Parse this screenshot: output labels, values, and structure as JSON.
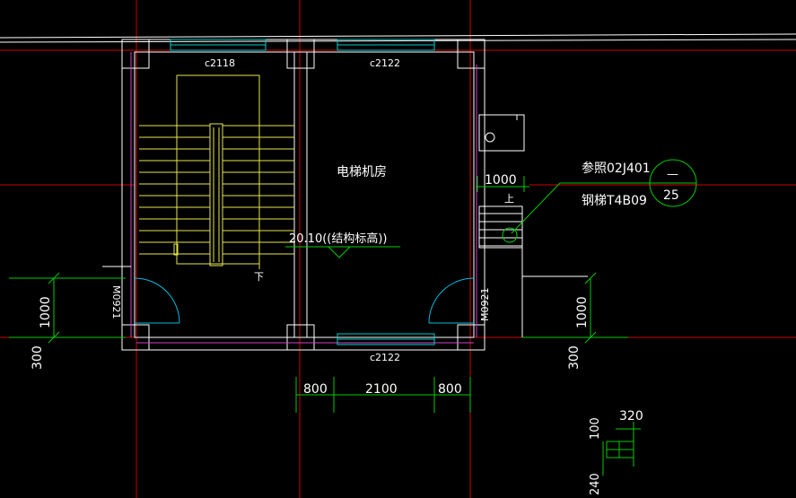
{
  "colors": {
    "background": "#000000",
    "axis": "#cc0000",
    "wall": "#ffffff",
    "interior_line": "#cc44cc",
    "stairs": "#e6e64c",
    "dimension": "#00cc00",
    "door": "#00bbdd",
    "window": "#00cccc",
    "text": "#ffffff"
  },
  "labels": {
    "window_top_left": "c2118",
    "window_top_right": "c2122",
    "window_bottom": "c2122",
    "room_name": "电梯机房",
    "elevation": "20.10((结构标高))",
    "stair_down": "下",
    "stair_up": "上",
    "door_left": "M0921",
    "door_right": "M0921",
    "ref_line1": "参照02J401",
    "ref_line2": "钢梯T4B09",
    "detail_top": "—",
    "detail_bottom": "25"
  },
  "dimensions": {
    "ladder_width": "1000",
    "left_height": "1000",
    "left_offset": "300",
    "right_height": "1000",
    "right_offset": "300",
    "seg_left": "800",
    "seg_middle": "2100",
    "seg_right": "800",
    "detail_width": "320",
    "detail_height_top": "100",
    "detail_height_bottom": "240"
  }
}
